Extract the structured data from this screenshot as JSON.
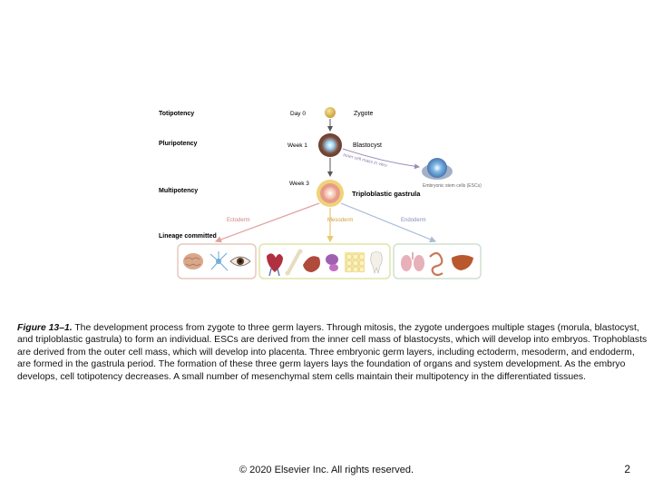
{
  "figure": {
    "stages": {
      "totipotency": "Totipotency",
      "pluripotency": "Pluripotency",
      "multipotency": "Multipotency",
      "lineage": "Lineage committed"
    },
    "timeline": {
      "day0": "Day 0",
      "week1": "Week 1",
      "week3": "Week 3"
    },
    "cells": {
      "zygote": "Zygote",
      "blastocyst": "Blastocyst",
      "gastrula": "Triploblastic gastrula",
      "esc_arrow": "Inner cell mass in vitro",
      "esc": "Embryonic stem cells (ESCs)"
    },
    "layers": {
      "ectoderm": "Ectoderm",
      "mesoderm": "Mesoderm",
      "endoderm": "Endoderm"
    },
    "colors": {
      "ectoderm": "#e7b8b8",
      "mesoderm": "#f1dca0",
      "endoderm": "#c9d7e8",
      "ectoderm_box": "#e6c9c0",
      "mesoderm_box": "#dfe6a8",
      "endoderm_box": "#cfe0d2"
    }
  },
  "caption": {
    "label": "Figure 13–1.",
    "text": " The development process from zygote to three germ layers. Through mitosis, the zygote undergoes multiple stages (morula, blastocyst, and triploblastic gastrula) to form an individual. ESCs are derived from the inner cell mass of blastocysts, which will develop into embryos. Trophoblasts are derived from the outer cell mass, which will develop into placenta. Three embryonic germ layers, including ectoderm, mesoderm, and endoderm, are formed in the gastrula period. The formation of these three germ layers lays the foundation of organs and system development. As the embryo develops, cell totipotency decreases. A small number of mesenchymal stem cells maintain their multipotency in the differentiated tissues."
  },
  "footer": {
    "copyright": "© 2020 Elsevier Inc. All rights reserved.",
    "page_number": "2"
  }
}
